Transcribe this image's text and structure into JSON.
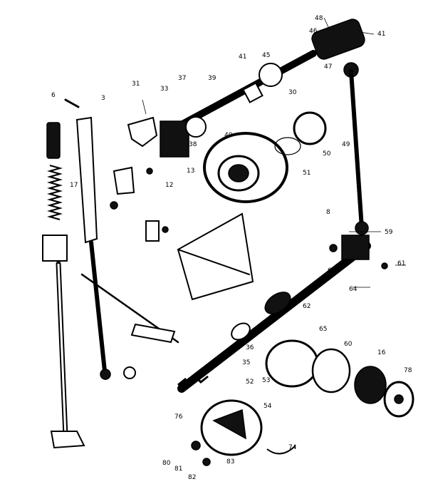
{
  "callouts": [
    {
      "id": "c48",
      "text": "48"
    },
    {
      "id": "c46",
      "text": "46"
    },
    {
      "id": "c41a",
      "text": "41"
    },
    {
      "id": "c41b",
      "text": "41"
    },
    {
      "id": "c45",
      "text": "45"
    },
    {
      "id": "c47",
      "text": "47"
    },
    {
      "id": "c31",
      "text": "31"
    },
    {
      "id": "c33",
      "text": "33"
    },
    {
      "id": "c37",
      "text": "37"
    },
    {
      "id": "c39",
      "text": "39"
    },
    {
      "id": "c30",
      "text": "30"
    },
    {
      "id": "c38",
      "text": "38"
    },
    {
      "id": "c40",
      "text": "40"
    },
    {
      "id": "c49",
      "text": "49"
    },
    {
      "id": "c50",
      "text": "50"
    },
    {
      "id": "c51",
      "text": "51"
    },
    {
      "id": "c17",
      "text": "17"
    },
    {
      "id": "c59",
      "text": "59"
    },
    {
      "id": "c63",
      "text": "63"
    },
    {
      "id": "c64",
      "text": "64"
    },
    {
      "id": "c61",
      "text": "61"
    },
    {
      "id": "c62",
      "text": "62"
    },
    {
      "id": "c65",
      "text": "65"
    },
    {
      "id": "c35",
      "text": "35"
    },
    {
      "id": "c36",
      "text": "36"
    },
    {
      "id": "c78",
      "text": "78"
    },
    {
      "id": "c16",
      "text": "16"
    },
    {
      "id": "c74",
      "text": "74"
    },
    {
      "id": "c76",
      "text": "76"
    },
    {
      "id": "c83",
      "text": "83"
    },
    {
      "id": "c80",
      "text": "80"
    },
    {
      "id": "c81",
      "text": "81"
    },
    {
      "id": "c82",
      "text": "82"
    },
    {
      "id": "c54",
      "text": "54"
    },
    {
      "id": "c52",
      "text": "52"
    },
    {
      "id": "c53",
      "text": "53"
    },
    {
      "id": "c60",
      "text": "60"
    },
    {
      "id": "c12",
      "text": "12"
    },
    {
      "id": "c13",
      "text": "13"
    },
    {
      "id": "c6",
      "text": "6"
    },
    {
      "id": "c3",
      "text": "3"
    },
    {
      "id": "c8",
      "text": "8"
    }
  ]
}
